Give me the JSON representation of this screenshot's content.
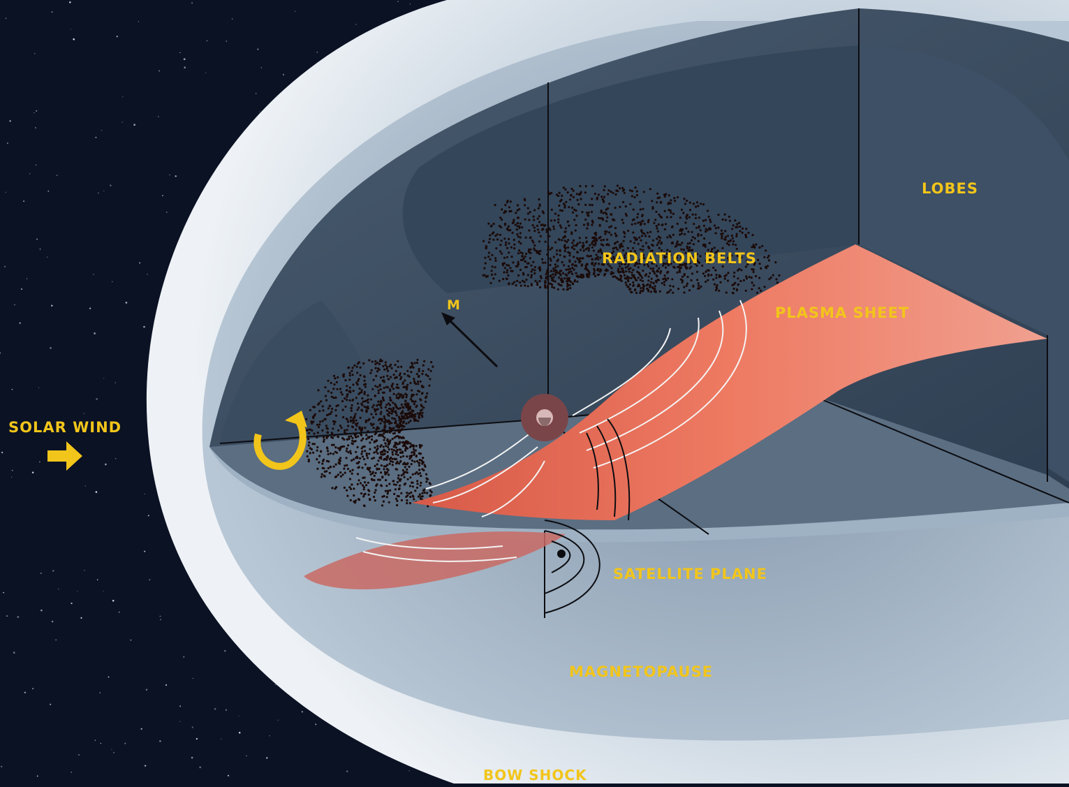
{
  "labels": {
    "solar_wind": "SOLAR WIND",
    "lobes": "LOBES",
    "radiation_belts": "RADIATION BELTS",
    "plasma_sheet": "PLASMA SHEET",
    "m_axis": "M",
    "satellite_plane": "SATELLITE PLANE",
    "magnetopause": "MAGNETOPAUSE",
    "bow_shock": "BOW SHOCK"
  },
  "colors": {
    "label": "#f2c51a",
    "space": "#0b1224",
    "bow_shock": "#e3e9ef",
    "magnetosheath": "#b9c8d6",
    "cavity": "#3d4f63",
    "plasma_sheet": "#e8735e",
    "radiation_belt_dots": "#1a0a08",
    "field_lines": "#ffffff"
  },
  "icons": [
    "solar-wind-arrow-icon",
    "rotation-arrow-icon"
  ]
}
